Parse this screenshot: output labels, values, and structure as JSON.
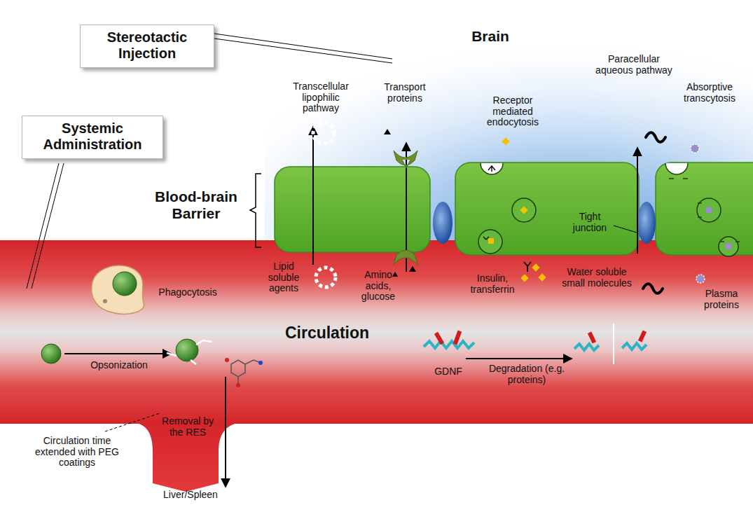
{
  "diagram": {
    "nodes": [
      {
        "text": [
          "Stereotactic Injection"
        ]
      },
      {
        "text": [
          "Systemic Administration"
        ]
      }
    ],
    "labels": [
      "Brain",
      "Transcellular lipophilic pathway",
      "Transport proteins",
      "Receptor mediated endocytosis",
      "Paracellular aqueous pathway",
      "Absorptive transcytosis",
      "Blood-brain Barrier",
      "Tight junction",
      "Lipid soluble agents",
      "Amino acids, glucose",
      "Insulin, transferrin",
      "Water soluble small molecules",
      "Plasma proteins",
      "Phagocytosis",
      "Circulation",
      "Opsonization",
      "GDNF",
      "Degradation (e.g. proteins)",
      "Circulation time extended with PEG coatings",
      "Removal by the RES",
      "Liver/Spleen"
    ]
  }
}
